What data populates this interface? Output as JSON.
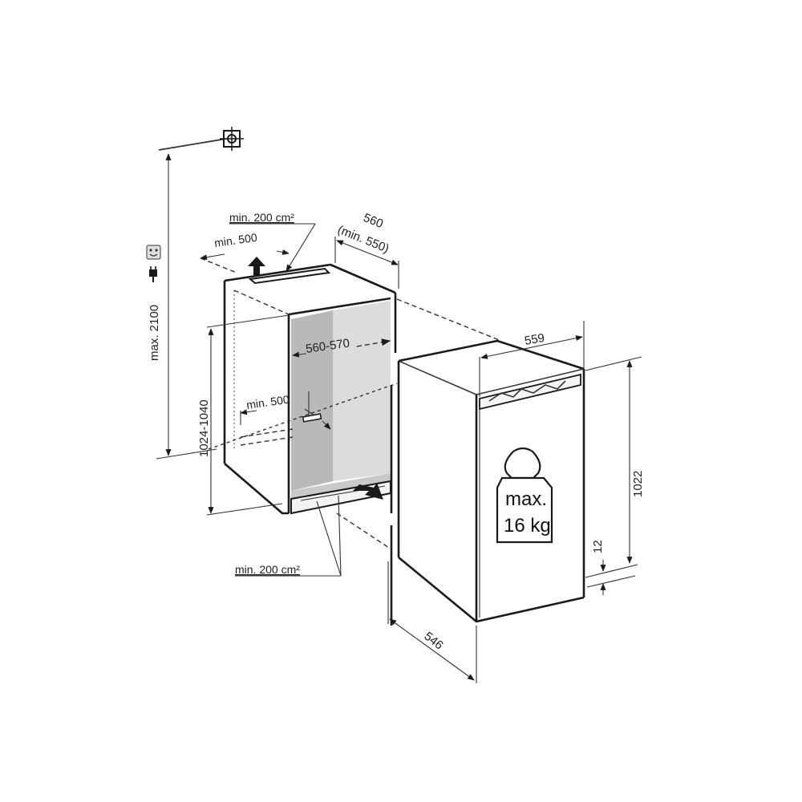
{
  "diagram": {
    "title": "Built-in refrigerator installation dimensions",
    "colors": {
      "line": "#1a1a1a",
      "niche_shadow_dark": "#b5b5b5",
      "niche_shadow_light": "#d9d9d9",
      "background": "#ffffff"
    },
    "niche": {
      "top_ventilation": "min. 200 cm²",
      "top_clearance": "min. 500",
      "depth_label": "560",
      "depth_min_label": "(min. 550)",
      "inner_width": "560-570",
      "height_range": "1024-1040",
      "max_height": "max. 2100",
      "inner_clearance": "min. 500",
      "bottom_ventilation": "min. 200 cm²"
    },
    "appliance": {
      "width": "559",
      "height": "1022",
      "depth": "546",
      "plinth": "12",
      "weight_line1": "max.",
      "weight_line2": "16 kg"
    },
    "icons": {
      "socket": "power-socket-icon",
      "plug": "plug-icon",
      "wall_outlet": "wall-outlet-icon",
      "weight": "weight-icon",
      "vent_arrow": "airflow-arrow-icon"
    }
  }
}
